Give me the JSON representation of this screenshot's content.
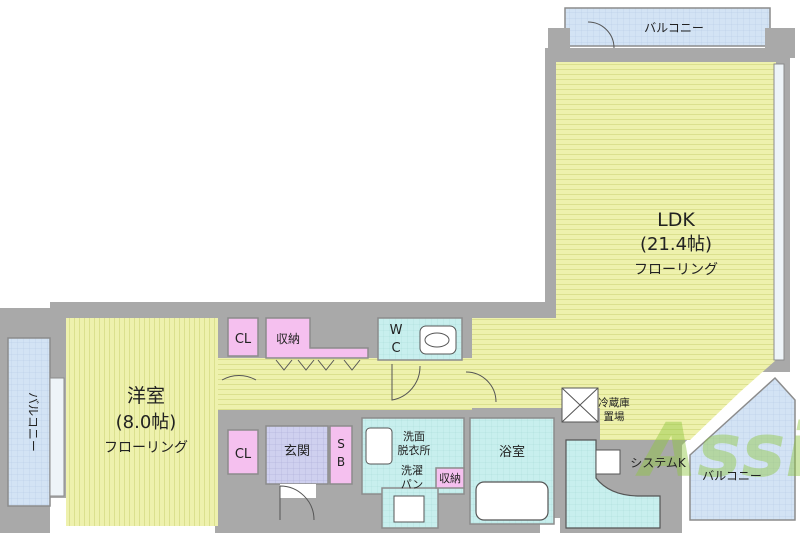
{
  "colors": {
    "wall": "#a9a9a9",
    "wall_dark": "#8c8c8c",
    "floor": "#eef1ad",
    "floor_line": "#d7dc86",
    "wet": "#c8efee",
    "storage": "#f5c0ef",
    "entrance": "#cfd0ef",
    "balcony": "#d3e3f4",
    "logo": "#8fc63f"
  },
  "rooms": {
    "ldk": {
      "name": "LDK",
      "size": "(21.4帖)",
      "floor": "フローリング"
    },
    "western": {
      "name": "洋室",
      "size": "(8.0帖)",
      "floor": "フローリング"
    },
    "entrance": "玄関",
    "shoe_box": {
      "s": "S",
      "b": "B"
    },
    "wc": {
      "w": "W",
      "c": "C"
    },
    "bath": "浴室",
    "washroom": {
      "line1": "洗面",
      "line2": "脱衣所"
    },
    "laundry_pan": {
      "line1": "洗濯",
      "line2": "パン"
    },
    "kitchen": "システムK",
    "fridge": {
      "line1": "冷蔵庫",
      "line2": "置場"
    }
  },
  "storage": {
    "closet": "CL",
    "closet2": "CL",
    "shuno": "収納",
    "shuno2": "収納"
  },
  "balconies": {
    "top": "バルコニー",
    "left": "バルコニー",
    "right": "バルコニー"
  },
  "logo": {
    "text": "Assist"
  }
}
